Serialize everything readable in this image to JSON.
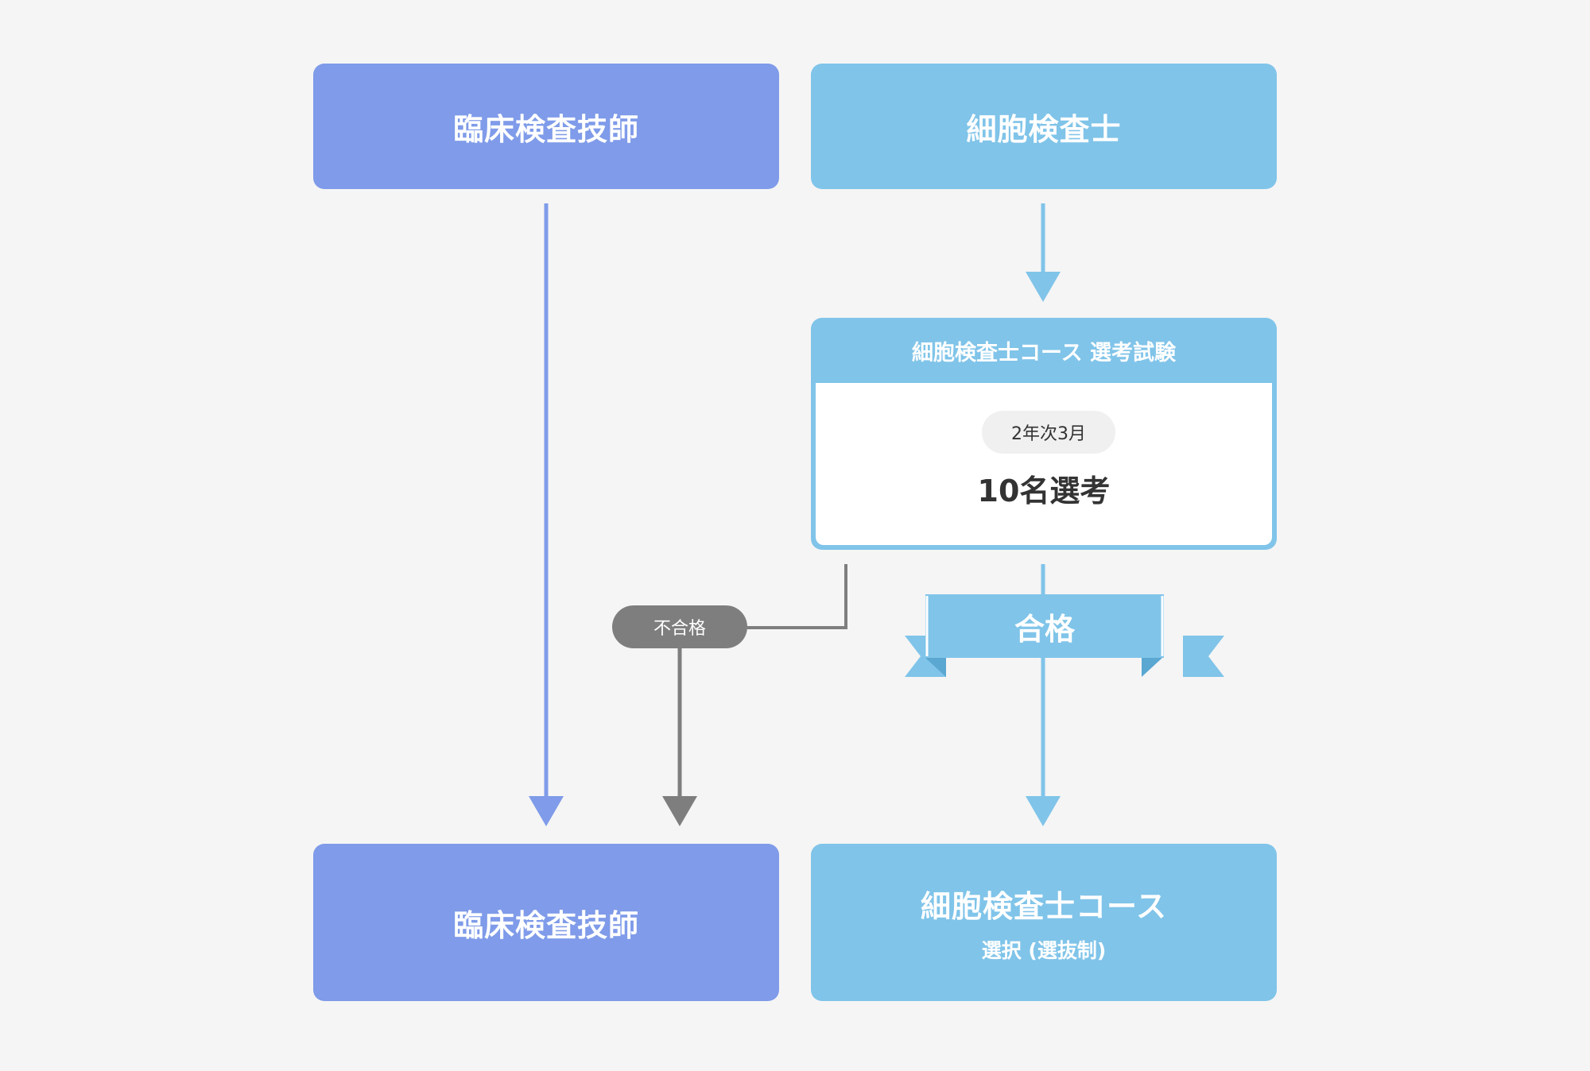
{
  "top_left": {
    "title": "臨床検査技師"
  },
  "top_right": {
    "title": "細胞検査士"
  },
  "exam": {
    "header": "細胞検査士コース 選考試験",
    "period": "2年次3月",
    "count": "10名選考"
  },
  "fail_label": "不合格",
  "pass_label": "合格",
  "bottom_left": {
    "title": "臨床検査技師"
  },
  "bottom_right": {
    "title": "細胞検査士コース",
    "subtitle": "選択 (選抜制)"
  },
  "colors": {
    "purple": "#7f9be9",
    "sky": "#80c4e9",
    "gray": "#7e7e7e",
    "background": "#f5f5f5"
  }
}
